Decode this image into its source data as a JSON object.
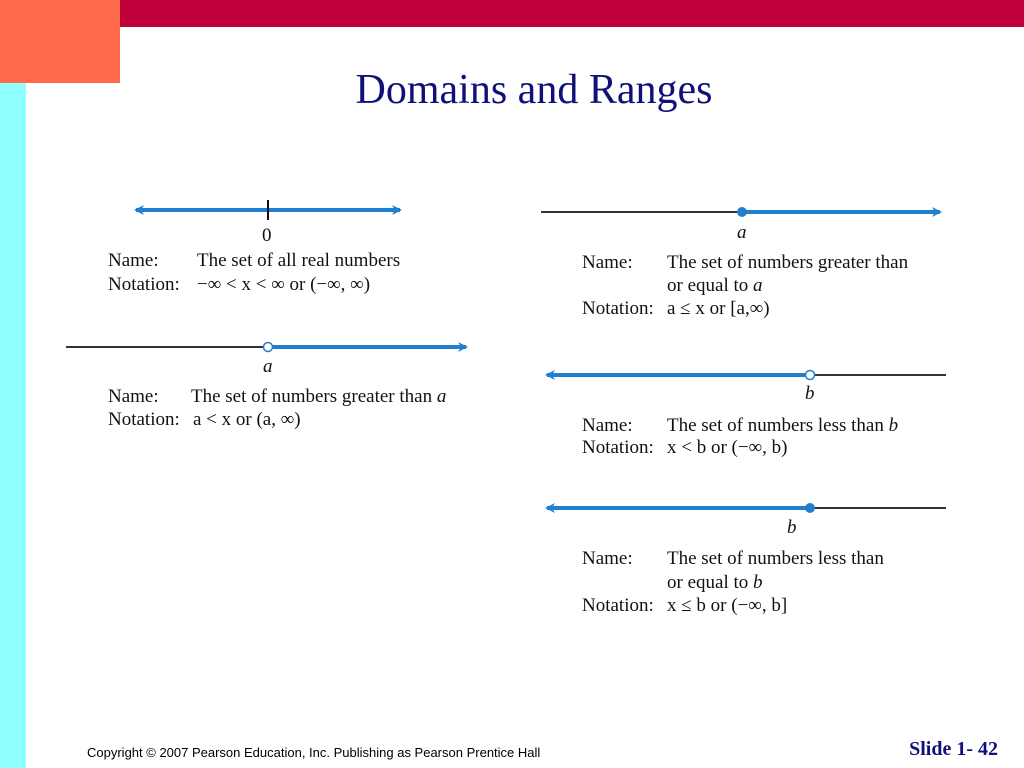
{
  "title": "Domains and Ranges",
  "colors": {
    "top_bar": "#c0003a",
    "accent_block": "#ff6b4a",
    "side_strip": "#8fffff",
    "line_blue": "#1f7fd0",
    "title": "#10107a"
  },
  "intervals": [
    {
      "point_label": "0",
      "name_label": "Name:",
      "name_text": "The set of all real numbers",
      "notation_label": "Notation:",
      "notation_text": "−∞ < x < ∞  or (−∞, ∞)"
    },
    {
      "point_label": "a",
      "name_label": "Name:",
      "name_text": "The set of numbers greater than",
      "name_var": "a",
      "notation_label": "Notation:",
      "notation_text": "a < x or (a, ∞)"
    },
    {
      "point_label": "a",
      "name_label": "Name:",
      "name_text": "The set of numbers greater than",
      "name_text2": "or equal to",
      "name_var": "a",
      "notation_label": "Notation:",
      "notation_text": "a ≤  x or [a,∞)"
    },
    {
      "point_label": "b",
      "name_label": "Name:",
      "name_text": "The set of numbers less than",
      "name_var": "b",
      "notation_label": "Notation:",
      "notation_text": "x < b or (−∞, b)"
    },
    {
      "point_label": "b",
      "name_label": "Name:",
      "name_text": "The set of numbers less than",
      "name_text2": "or equal to",
      "name_var": "b",
      "notation_label": "Notation:",
      "notation_text": "x ≤  b or (−∞, b]"
    }
  ],
  "footer": {
    "copyright": "Copyright © 2007 Pearson Education, Inc. Publishing as Pearson Prentice Hall",
    "slide": "Slide 1- 42"
  }
}
